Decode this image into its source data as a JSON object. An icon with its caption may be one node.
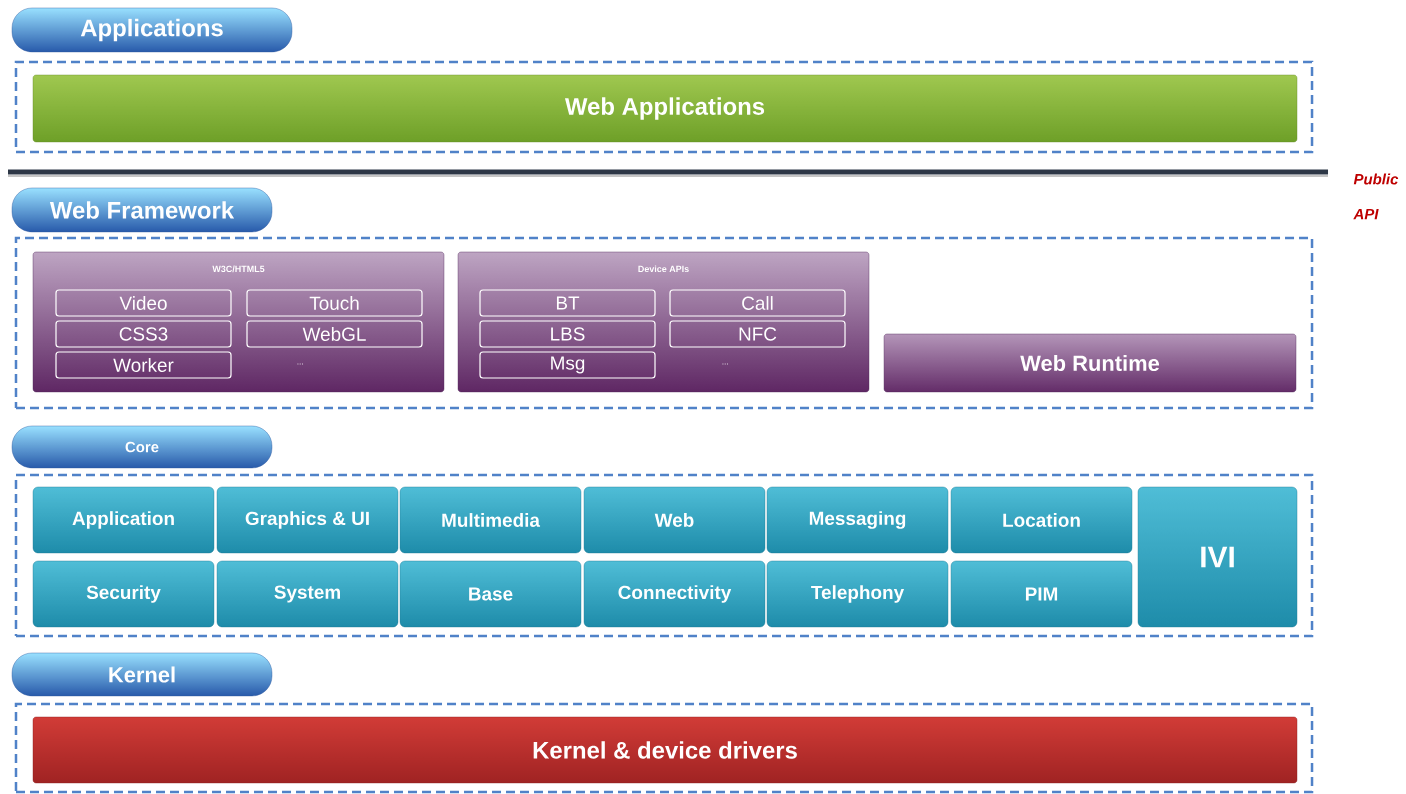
{
  "diagram": {
    "nodes": [
      {
        "text": [
          "Applications"
        ]
      },
      {
        "text": [],
        "shape": "box"
      },
      {
        "text": [
          "Web Applications"
        ],
        "in": 1
      },
      {
        "text": [
          "Web Framework"
        ]
      },
      {
        "text": [],
        "shape": "box"
      },
      {
        "text": [
          "W3C/HTML5",
          "..."
        ],
        "in": 4
      },
      {
        "text": [
          "Video"
        ],
        "in": 5
      },
      {
        "text": [
          "Touch"
        ],
        "in": 5
      },
      {
        "text": [
          "CSS3"
        ],
        "in": 5
      },
      {
        "text": [
          "WebGL"
        ],
        "in": 5
      },
      {
        "text": [
          "Worker"
        ],
        "in": 5
      },
      {
        "text": [
          "Device APIs",
          "..."
        ],
        "in": 4
      },
      {
        "text": [
          "BT"
        ],
        "in": 11
      },
      {
        "text": [
          "Call"
        ],
        "in": 11
      },
      {
        "text": [
          "LBS"
        ],
        "in": 11
      },
      {
        "text": [
          "NFC"
        ],
        "in": 11
      },
      {
        "text": [
          "Msg"
        ],
        "in": 11
      },
      {
        "text": [
          "Web Runtime"
        ],
        "in": 4
      },
      {
        "text": [
          "Core"
        ]
      },
      {
        "text": [],
        "shape": "box"
      },
      {
        "text": [
          "Application"
        ],
        "in": 19
      },
      {
        "text": [
          "Graphics & UI"
        ],
        "in": 19
      },
      {
        "text": [
          "Multimedia"
        ],
        "in": 19
      },
      {
        "text": [
          "Web"
        ],
        "in": 19
      },
      {
        "text": [
          "Messaging"
        ],
        "in": 19
      },
      {
        "text": [
          "Location"
        ],
        "in": 19
      },
      {
        "text": [
          "IVI"
        ],
        "in": 19
      },
      {
        "text": [
          "Security"
        ],
        "in": 19
      },
      {
        "text": [
          "System"
        ],
        "in": 19
      },
      {
        "text": [
          "Base"
        ],
        "in": 19
      },
      {
        "text": [
          "Connectivity"
        ],
        "in": 19
      },
      {
        "text": [
          "Telephony"
        ],
        "in": 19
      },
      {
        "text": [
          "PIM"
        ],
        "in": 19
      },
      {
        "text": [
          "Kernel"
        ]
      },
      {
        "text": [],
        "shape": "box"
      },
      {
        "text": [
          "Kernel & device drivers"
        ],
        "in": 34
      }
    ],
    "edges": [],
    "labels": [
      "Public API"
    ]
  }
}
